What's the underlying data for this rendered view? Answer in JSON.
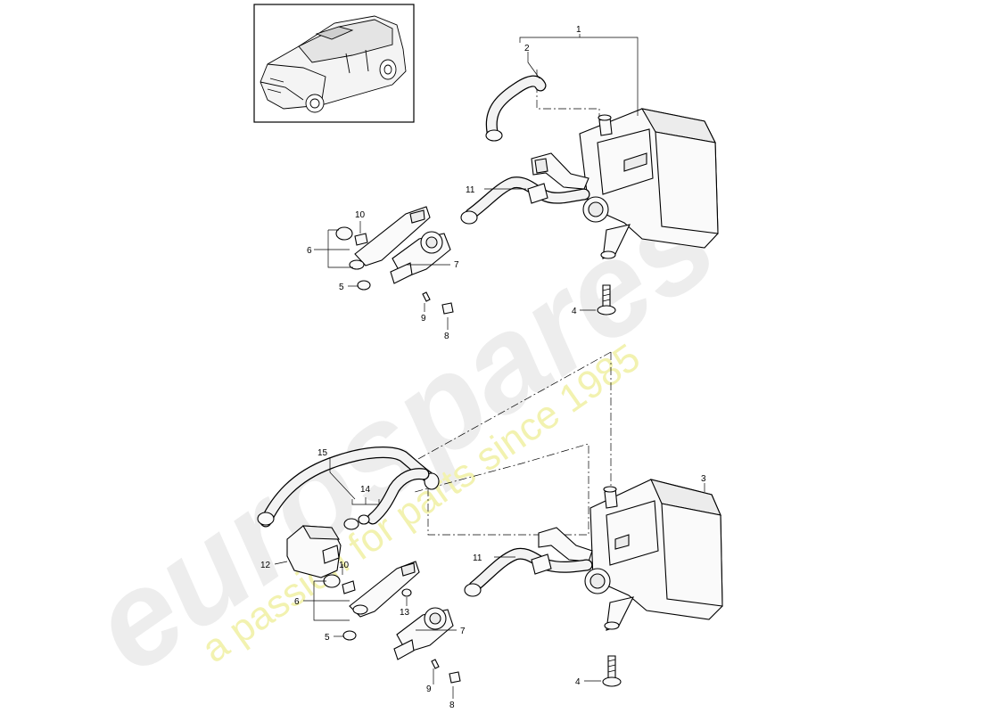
{
  "watermark": {
    "brand": "eurospares",
    "tagline": "a passion for parts since 1985"
  },
  "thumbnail": {
    "icon": "suv-car-thumbnail-icon"
  },
  "callouts": {
    "c1": "1",
    "c2": "2",
    "c3": "3",
    "c4a": "4",
    "c4b": "4",
    "c5a": "5",
    "c5b": "5",
    "c6a": "6",
    "c6b": "6",
    "c7a": "7",
    "c7b": "7",
    "c8a": "8",
    "c8b": "8",
    "c9a": "9",
    "c9b": "9",
    "c10a": "10",
    "c10b": "10",
    "c11a": "11",
    "c11b": "11",
    "c12": "12",
    "c13": "13",
    "c14": "14",
    "c15": "15"
  },
  "colors": {
    "watermark_grey": "#ededed",
    "watermark_yellow": "#f2f2b0",
    "line": "#000000"
  }
}
